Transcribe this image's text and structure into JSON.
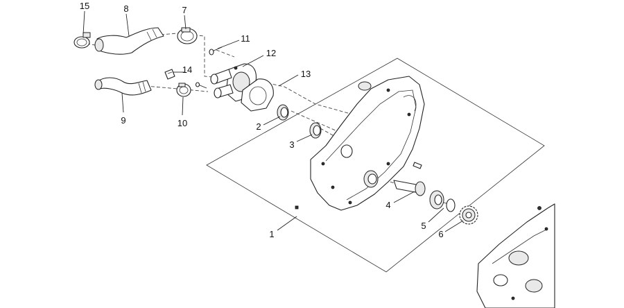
{
  "callouts": {
    "p1": "1",
    "p2": "2",
    "p3": "3",
    "p4": "4",
    "p5": "5",
    "p6": "6",
    "p7": "7",
    "p8": "8",
    "p9": "9",
    "p10": "10",
    "p11": "11",
    "p12": "12",
    "p13": "13",
    "p14": "14",
    "p15": "15"
  },
  "colors": {
    "line": "#222222",
    "background": "#ffffff"
  }
}
